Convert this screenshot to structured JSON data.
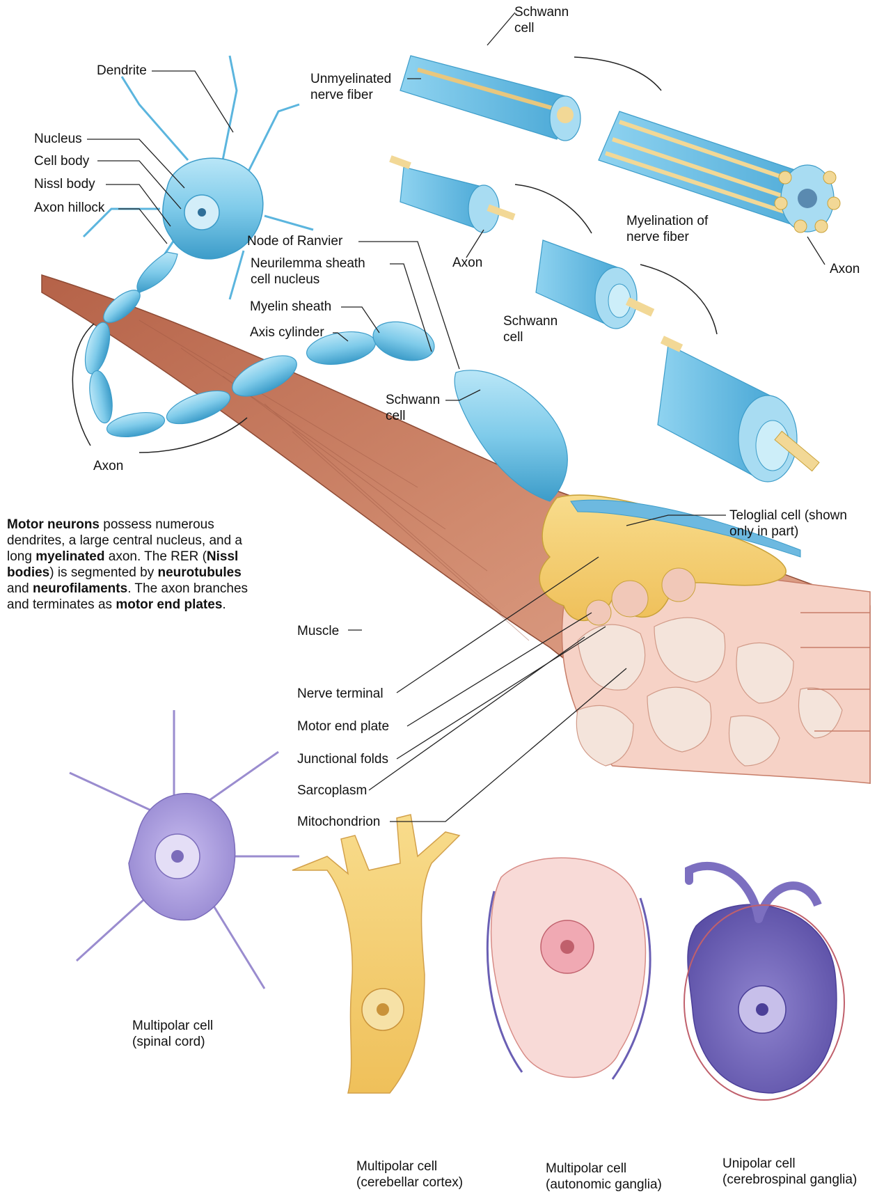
{
  "labels": {
    "dendrite": "Dendrite",
    "nucleus": "Nucleus",
    "cell_body": "Cell body",
    "nissl_body": "Nissl body",
    "axon_hillock": "Axon hillock",
    "node_of_ranvier": "Node of Ranvier",
    "neurilemma": "Neurilemma sheath\ncell nucleus",
    "myelin_sheath": "Myelin sheath",
    "axis_cylinder": "Axis cylinder",
    "schwann_cell_mid": "Schwann\ncell",
    "axon_left": "Axon",
    "schwann_cell_top": "Schwann\ncell",
    "unmyelinated": "Unmyelinated\nnerve fiber",
    "axon_top_mid": "Axon",
    "myelination": "Myelination of\nnerve fiber",
    "axon_top_right": "Axon",
    "schwann_cell_right": "Schwann\ncell",
    "teloglial": "Teloglial cell (shown\nonly in part)",
    "muscle": "Muscle",
    "nerve_terminal": "Nerve terminal",
    "motor_end_plate": "Motor end plate",
    "junctional_folds": "Junctional folds",
    "sarcoplasm": "Sarcoplasm",
    "mitochondrion": "Mitochondrion"
  },
  "description": {
    "part1": "Motor neurons",
    "part2": " possess numerous dendrites, a large central nucleus, and a long ",
    "part3": "myelinated",
    "part4": " axon. The RER (",
    "part5": "Nissl bodies",
    "part6": ") is segmented by ",
    "part7": "neurotubules",
    "part8": " and ",
    "part9": "neurofilaments",
    "part10": ". The axon branches and terminates as ",
    "part11": "motor end plates",
    "part12": "."
  },
  "captions": {
    "spinal": "Multipolar cell\n(spinal cord)",
    "cerebellar": "Multipolar cell\n(cerebellar cortex)",
    "autonomic": "Multipolar cell\n(autonomic ganglia)",
    "unipolar": "Unipolar cell\n(cerebrospinal ganglia)"
  },
  "colors": {
    "neuron_blue": "#7fcbea",
    "neuron_blue_dark": "#3c9cc9",
    "muscle": "#c97a5e",
    "muscle_light": "#e8a58d",
    "end_plate": "#f3dc82",
    "axon_core": "#f2d896",
    "cell_purple": "#a99ad6",
    "cell_yellow": "#f5cf72",
    "cell_pink": "#f4c3c3",
    "cell_violet": "#7c6fc0"
  }
}
